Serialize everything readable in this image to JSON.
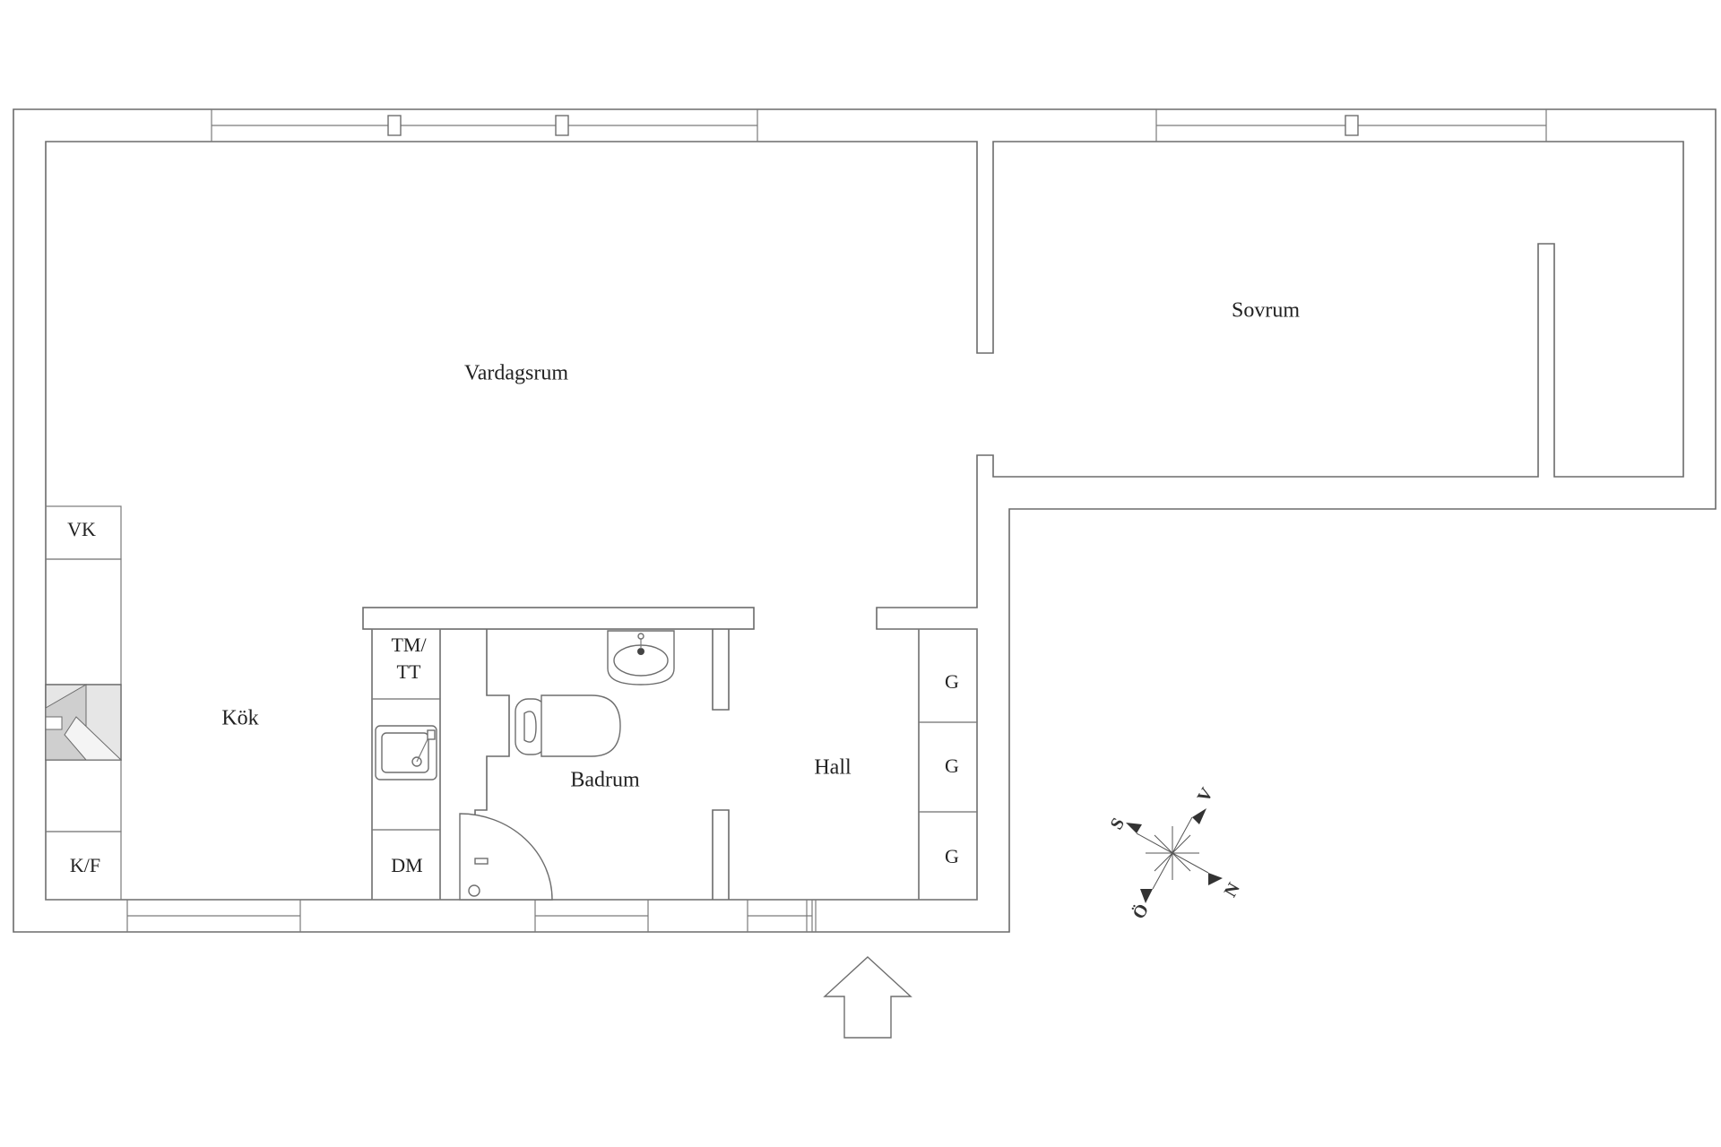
{
  "rooms": {
    "vardagsrum": "Vardagsrum",
    "sovrum": "Sovrum",
    "kok": "Kök",
    "badrum": "Badrum",
    "hall": "Hall"
  },
  "fixtures": {
    "vk": "VK",
    "tm_line1": "TM/",
    "tm_line2": "TT",
    "kf": "K/F",
    "dm": "DM",
    "g1": "G",
    "g2": "G",
    "g3": "G"
  },
  "compass": {
    "v": "V",
    "s": "S",
    "n": "N",
    "o": "Ö"
  },
  "icons": {
    "entrance": "entrance-arrow-icon",
    "compass": "compass-rose-icon",
    "stove": "stove-icon",
    "sink": "kitchen-sink-icon",
    "wash_basin": "wash-basin-icon",
    "toilet": "toilet-icon",
    "shower": "shower-icon"
  }
}
